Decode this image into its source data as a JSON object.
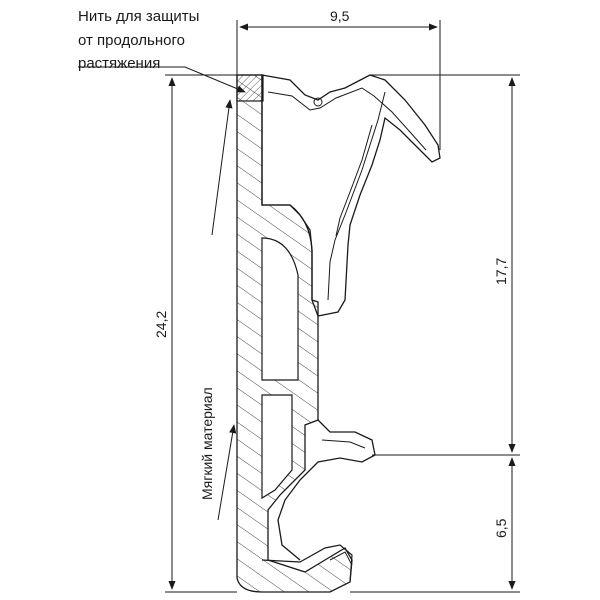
{
  "labels": {
    "thread_line1": "Нить для защиты",
    "thread_line2": "от продольного",
    "thread_line3": "растяжения",
    "soft_material": "Мягкий материал"
  },
  "dimensions": {
    "width_top": "9,5",
    "height_total": "24,2",
    "height_upper": "17,7",
    "height_lower": "6,5"
  },
  "colors": {
    "line": "#1a1a1a",
    "hatch": "#333333",
    "background": "#ffffff"
  }
}
